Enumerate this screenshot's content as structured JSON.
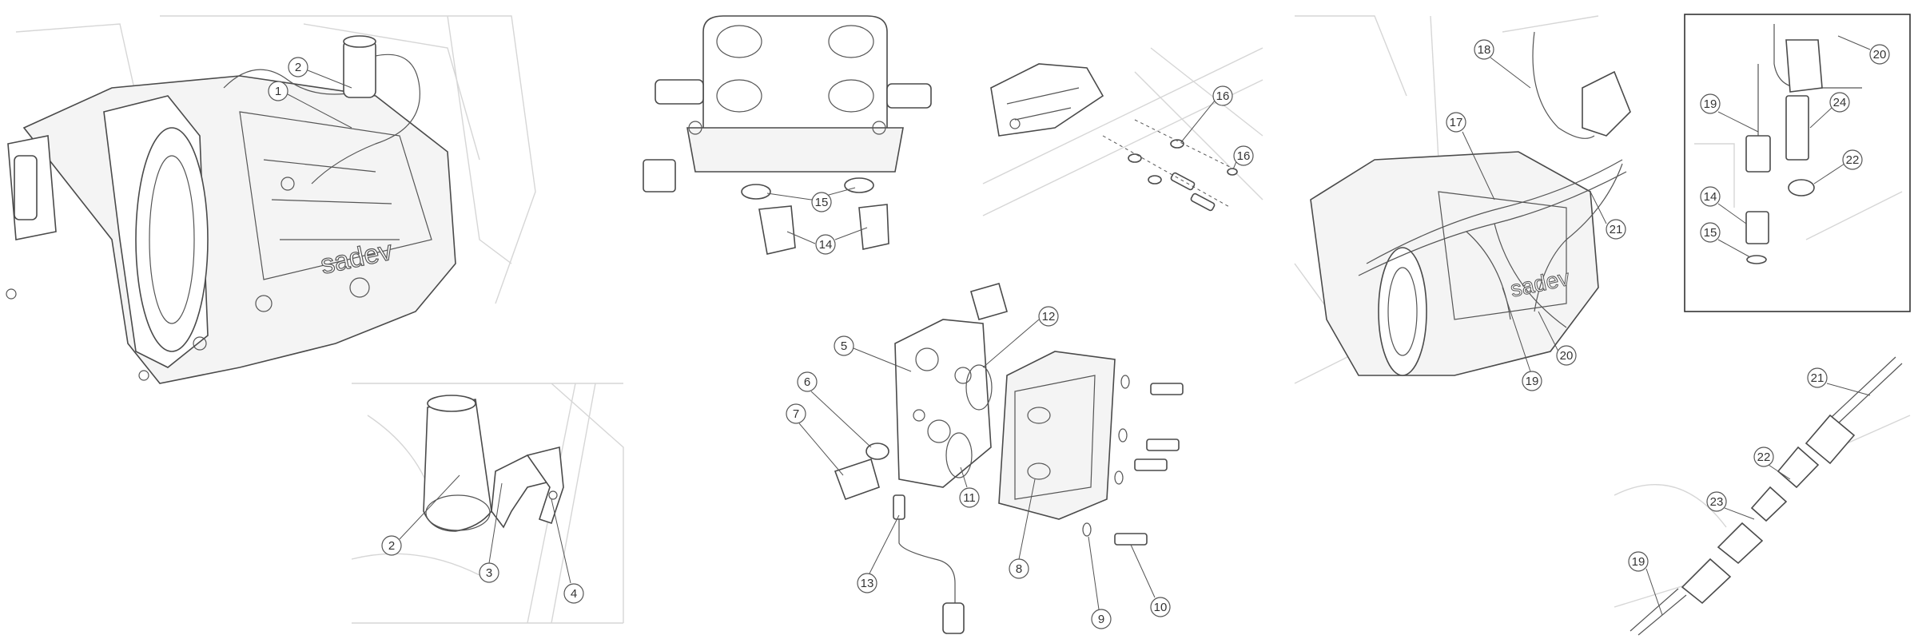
{
  "brand": {
    "logo_text": "sadev"
  },
  "callouts": {
    "c1": "1",
    "c2a": "2",
    "c2b": "2",
    "c3": "3",
    "c4": "4",
    "c5": "5",
    "c6": "6",
    "c7": "7",
    "c8": "8",
    "c9": "9",
    "c10": "10",
    "c11": "11",
    "c12": "12",
    "c13": "13",
    "c14a": "14",
    "c14b": "14",
    "c15a": "15",
    "c15b": "15",
    "c16a": "16",
    "c16b": "16",
    "c17": "17",
    "c18": "18",
    "c19a": "19",
    "c19b": "19",
    "c19c": "19",
    "c20a": "20",
    "c20b": "20",
    "c21a": "21",
    "c21b": "21",
    "c22a": "22",
    "c22b": "22",
    "c23": "23",
    "c24": "24"
  }
}
